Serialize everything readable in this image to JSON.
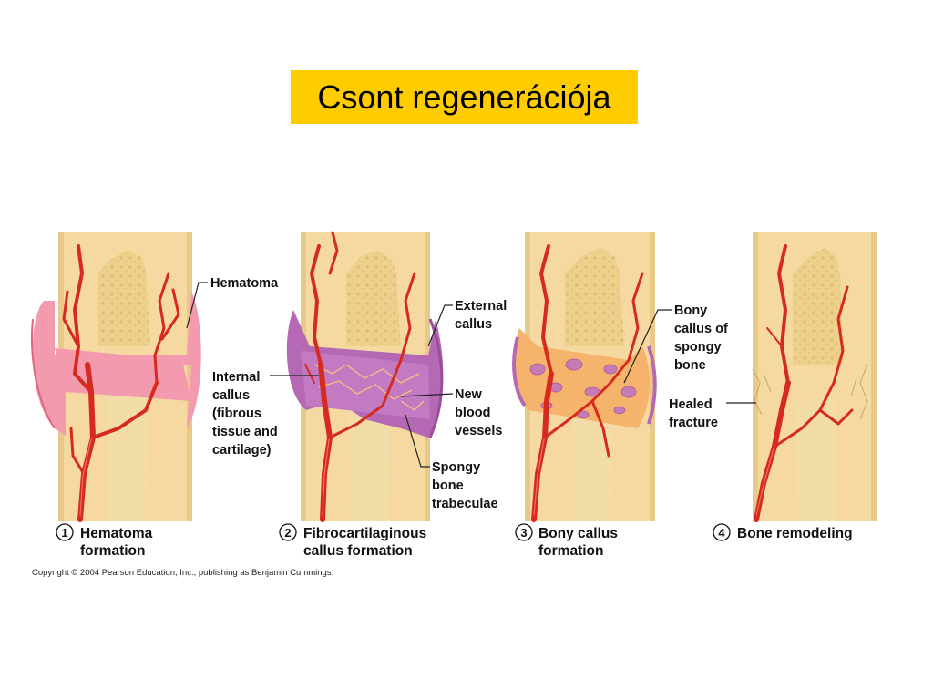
{
  "title": "Csont regenerációja",
  "colors": {
    "title_bg": "#ffcc00",
    "bone": "#f5d9a0",
    "bone_shaft": "#f2dca7",
    "spongy": "#eccd82",
    "hematoma": "#f39aae",
    "fibrous_callus": "#b569b4",
    "bony_callus": "#f6b36c",
    "vessel": "#d62a1e"
  },
  "labels": {
    "hematoma": "Hematoma",
    "internal_callus": [
      "Internal",
      "callus",
      "(fibrous",
      "tissue and",
      "cartilage)"
    ],
    "external_callus": [
      "External",
      "callus"
    ],
    "new_blood_vessels": [
      "New",
      "blood",
      "vessels"
    ],
    "spongy_bone_trabeculae": [
      "Spongy",
      "bone",
      "trabeculae"
    ],
    "bony_callus_of_spongy_bone": [
      "Bony",
      "callus of",
      "spongy",
      "bone"
    ],
    "healed_fracture": [
      "Healed",
      "fracture"
    ]
  },
  "stages": [
    {
      "number": "1",
      "caption": [
        "Hematoma",
        "formation"
      ]
    },
    {
      "number": "2",
      "caption": [
        "Fibrocartilaginous",
        "callus formation"
      ]
    },
    {
      "number": "3",
      "caption": [
        "Bony callus",
        "formation"
      ]
    },
    {
      "number": "4",
      "caption": [
        "Bone remodeling"
      ]
    }
  ],
  "copyright": "Copyright © 2004 Pearson Education, Inc., publishing as Benjamin Cummings."
}
